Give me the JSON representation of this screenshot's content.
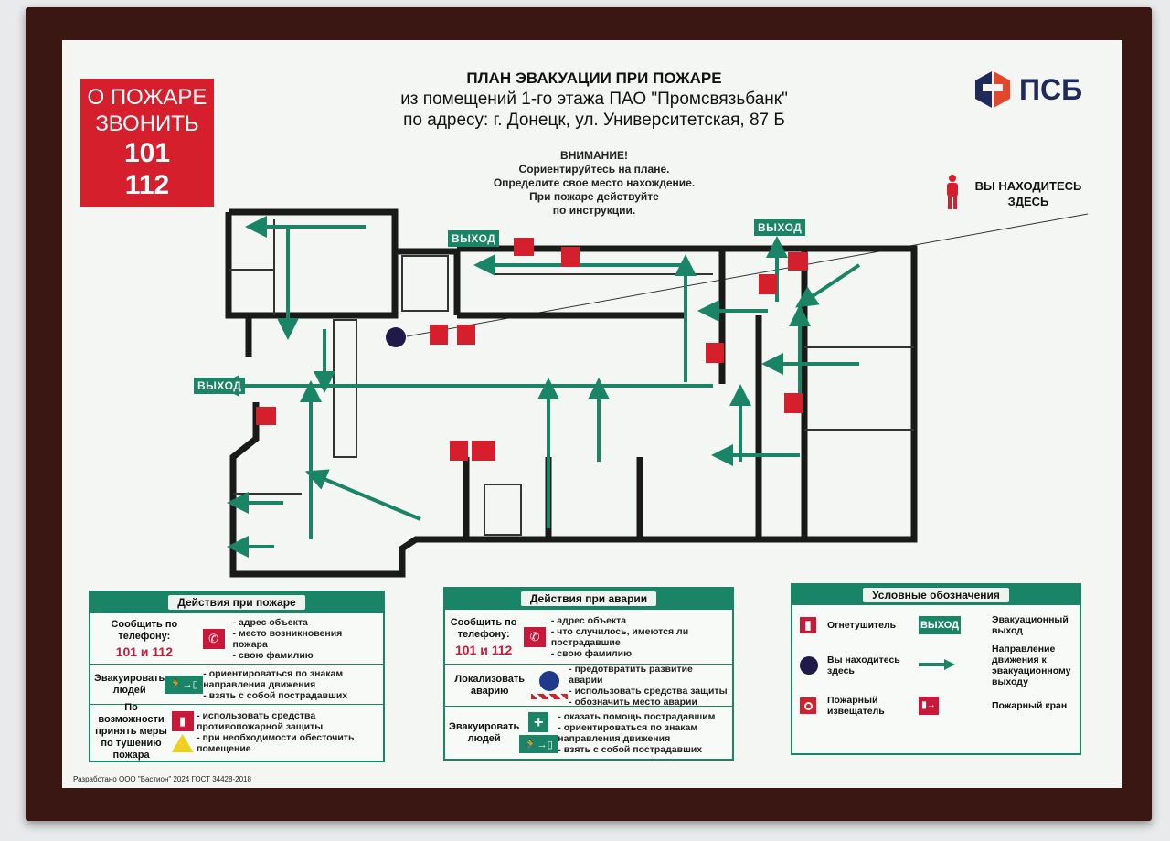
{
  "call_box": {
    "line1": "О ПОЖАРЕ",
    "line2": "ЗВОНИТЬ",
    "num1": "101",
    "num2": "112"
  },
  "title": {
    "main": "ПЛАН ЭВАКУАЦИИ ПРИ ПОЖАРЕ",
    "line2": "из помещений 1-го этажа ПАО \"Промсвязьбанк\"",
    "line3": "по адресу: г. Донецк, ул. Университетская, 87 Б"
  },
  "attention": {
    "heading": "ВНИМАНИЕ!",
    "lines": [
      "Сориентируйтесь на плане.",
      "Определите свое место нахождение.",
      "При пожаре действуйте",
      "по инструкции."
    ]
  },
  "logo": {
    "text": "ПСБ"
  },
  "you_are_here": {
    "label": "ВЫ НАХОДИТЕСЬ ЗДЕСЬ"
  },
  "plan": {
    "exit_label": "ВЫХОД"
  },
  "fire_actions": {
    "title": "Действия при пожаре",
    "rows": [
      {
        "label": "Сообщить по телефону:",
        "phone": "101 и 112",
        "items": [
          "- адрес объекта",
          "- место возникновения пожара",
          "- свою фамилию"
        ]
      },
      {
        "label": "Эвакуировать людей",
        "items": [
          "- ориентироваться по знакам направления движения",
          "- взять с собой пострадавших"
        ]
      },
      {
        "label": "По возможности принять меры по тушению пожара",
        "items": [
          "- использовать средства противопожарной защиты",
          "- при необходимости обесточить помещение"
        ]
      }
    ]
  },
  "accident_actions": {
    "title": "Действия при аварии",
    "rows": [
      {
        "label": "Сообщить по телефону:",
        "phone": "101 и 112",
        "items": [
          "- адрес объекта",
          "- что случилось, имеются ли пострадавшие",
          "- свою фамилию"
        ]
      },
      {
        "label": "Локализовать аварию",
        "items": [
          "- предотвратить развитие аварии",
          "- использовать средства защиты",
          "- обозначить место аварии"
        ]
      },
      {
        "label": "Эвакуировать людей",
        "items": [
          "- оказать помощь пострадавшим",
          "- ориентироваться по знакам направления движения",
          "- взять с собой пострадавших"
        ]
      }
    ]
  },
  "legend": {
    "title": "Условные обозначения",
    "extinguisher": "Огнетушитель",
    "exit_sign": "ВЫХОД",
    "exit": "Эвакуационный выход",
    "here": "Вы находитесь здесь",
    "direction": "Направление движения к эвакуационному выходу",
    "detector": "Пожарный извещатель",
    "hydrant": "Пожарный кран"
  },
  "footer": "Разработано ООО \"Бастион\" 2024 ГОСТ 34428-2018",
  "colors": {
    "green": "#1a8466",
    "red": "#d51f2c",
    "frame": "#3b1714",
    "dot": "#1e1a4a"
  }
}
